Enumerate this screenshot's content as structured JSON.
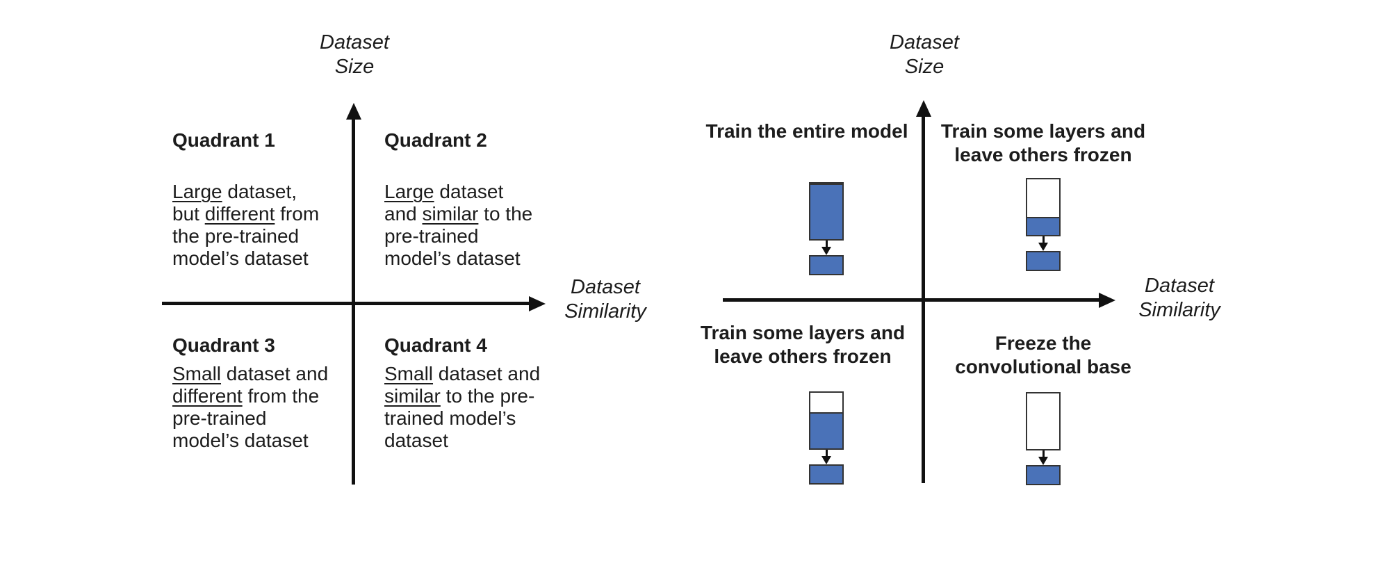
{
  "page": {
    "background": "#ffffff"
  },
  "colors": {
    "block_blue": "#4a72b8",
    "block_border": "#333333",
    "axis_black": "#111111",
    "text_black": "#1c1c1c"
  },
  "left_diagram": {
    "y_axis_label": "Dataset Size",
    "x_axis_label": "Dataset Similarity",
    "quadrants": [
      {
        "heading": "Quadrant 1",
        "lines": [
          [
            {
              "t": "Large",
              "u": true
            },
            {
              "t": " dataset,"
            }
          ],
          [
            {
              "t": "but "
            },
            {
              "t": "different",
              "u": true
            },
            {
              "t": " from"
            }
          ],
          [
            {
              "t": "the pre-trained"
            }
          ],
          [
            {
              "t": "model’s dataset"
            }
          ]
        ]
      },
      {
        "heading": "Quadrant 2",
        "lines": [
          [
            {
              "t": "Large",
              "u": true
            },
            {
              "t": " dataset"
            }
          ],
          [
            {
              "t": "and "
            },
            {
              "t": "similar",
              "u": true
            },
            {
              "t": " to the"
            }
          ],
          [
            {
              "t": "pre-trained"
            }
          ],
          [
            {
              "t": "model’s dataset"
            }
          ]
        ]
      },
      {
        "heading": "Quadrant 3",
        "lines": [
          [
            {
              "t": "Small",
              "u": true
            },
            {
              "t": " dataset and"
            }
          ],
          [
            {
              "t": "different",
              "u": true
            },
            {
              "t": " from the"
            }
          ],
          [
            {
              "t": "pre-trained"
            }
          ],
          [
            {
              "t": "model’s dataset"
            }
          ]
        ]
      },
      {
        "heading": "Quadrant 4",
        "lines": [
          [
            {
              "t": "Small",
              "u": true
            },
            {
              "t": " dataset and"
            }
          ],
          [
            {
              "t": "similar",
              "u": true
            },
            {
              "t": " to the pre-"
            }
          ],
          [
            {
              "t": "trained model’s"
            }
          ],
          [
            {
              "t": "dataset"
            }
          ]
        ]
      }
    ]
  },
  "right_diagram": {
    "y_axis_label": "Dataset Size",
    "x_axis_label": "Dataset Similarity",
    "strategies": [
      {
        "quadrant": "top-left",
        "label": "Train the entire model",
        "trained_fraction": 1
      },
      {
        "quadrant": "top-right",
        "label": "Train some layers and leave others frozen",
        "trained_fraction": 0.32
      },
      {
        "quadrant": "bottom-left",
        "label": "Train some layers and leave others frozen",
        "trained_fraction": 0.65
      },
      {
        "quadrant": "bottom-right",
        "label": "Freeze the convolutional base",
        "trained_fraction": 0
      }
    ]
  }
}
